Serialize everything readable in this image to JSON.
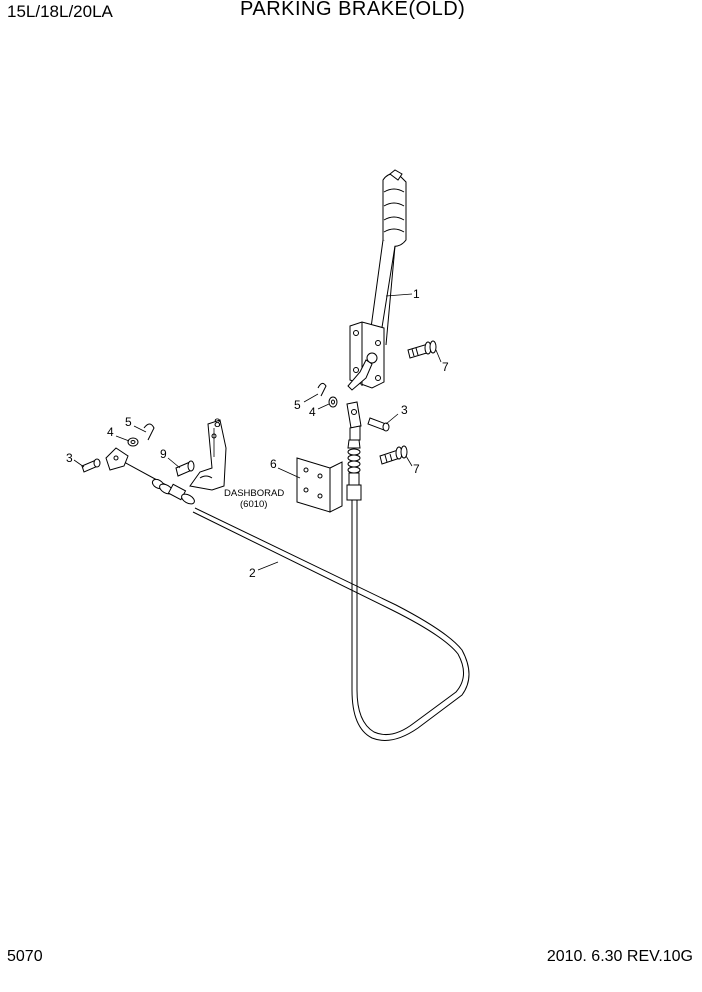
{
  "header": {
    "model": "15L/18L/20LA",
    "title": "PARKING BRAKE(OLD)"
  },
  "footer": {
    "page": "5070",
    "revision": "2010. 6.30  REV.10G"
  },
  "callouts": [
    {
      "id": "c1",
      "label": "1"
    },
    {
      "id": "c7a",
      "label": "7"
    },
    {
      "id": "c5a",
      "label": "5"
    },
    {
      "id": "c4a",
      "label": "4"
    },
    {
      "id": "c3a",
      "label": "3"
    },
    {
      "id": "c7b",
      "label": "7"
    },
    {
      "id": "c6",
      "label": "6"
    },
    {
      "id": "c8",
      "label": "8"
    },
    {
      "id": "c5b",
      "label": "5"
    },
    {
      "id": "c4b",
      "label": "4"
    },
    {
      "id": "c9",
      "label": "9"
    },
    {
      "id": "c3b",
      "label": "3"
    },
    {
      "id": "c2",
      "label": "2"
    }
  ],
  "notes": {
    "dashboard": "DASHBORAD",
    "dashboard_ref": "(6010)"
  }
}
